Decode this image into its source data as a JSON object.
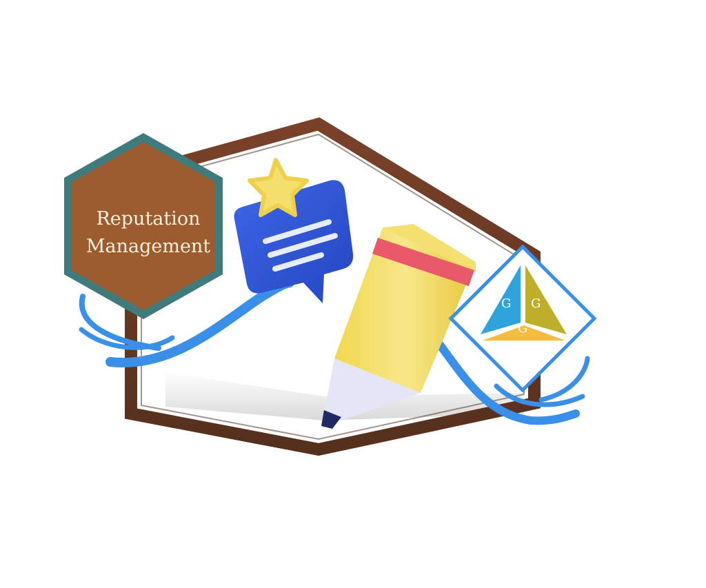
{
  "badge": {
    "title_line1": "Reputation",
    "title_line2": "Management",
    "fill_color": "#9c5c30",
    "border_color": "#3f7a7c",
    "text_color": "#fbf0dc"
  },
  "logo": {
    "letters": [
      "G",
      "G",
      "G"
    ],
    "frame_color": "#3a8fe8",
    "segment_colors": [
      "#2ea3dc",
      "#bfae2a",
      "#f4be3c"
    ]
  },
  "illustration": {
    "frame_color": "#6b3a24",
    "speech_bubble_color": "#2f57d8",
    "star_color": "#f4de6c",
    "pencil_body_color": "#f2dc5a",
    "pencil_band_color": "#e85a6a",
    "ribbon_color": "#3a8fe8"
  }
}
